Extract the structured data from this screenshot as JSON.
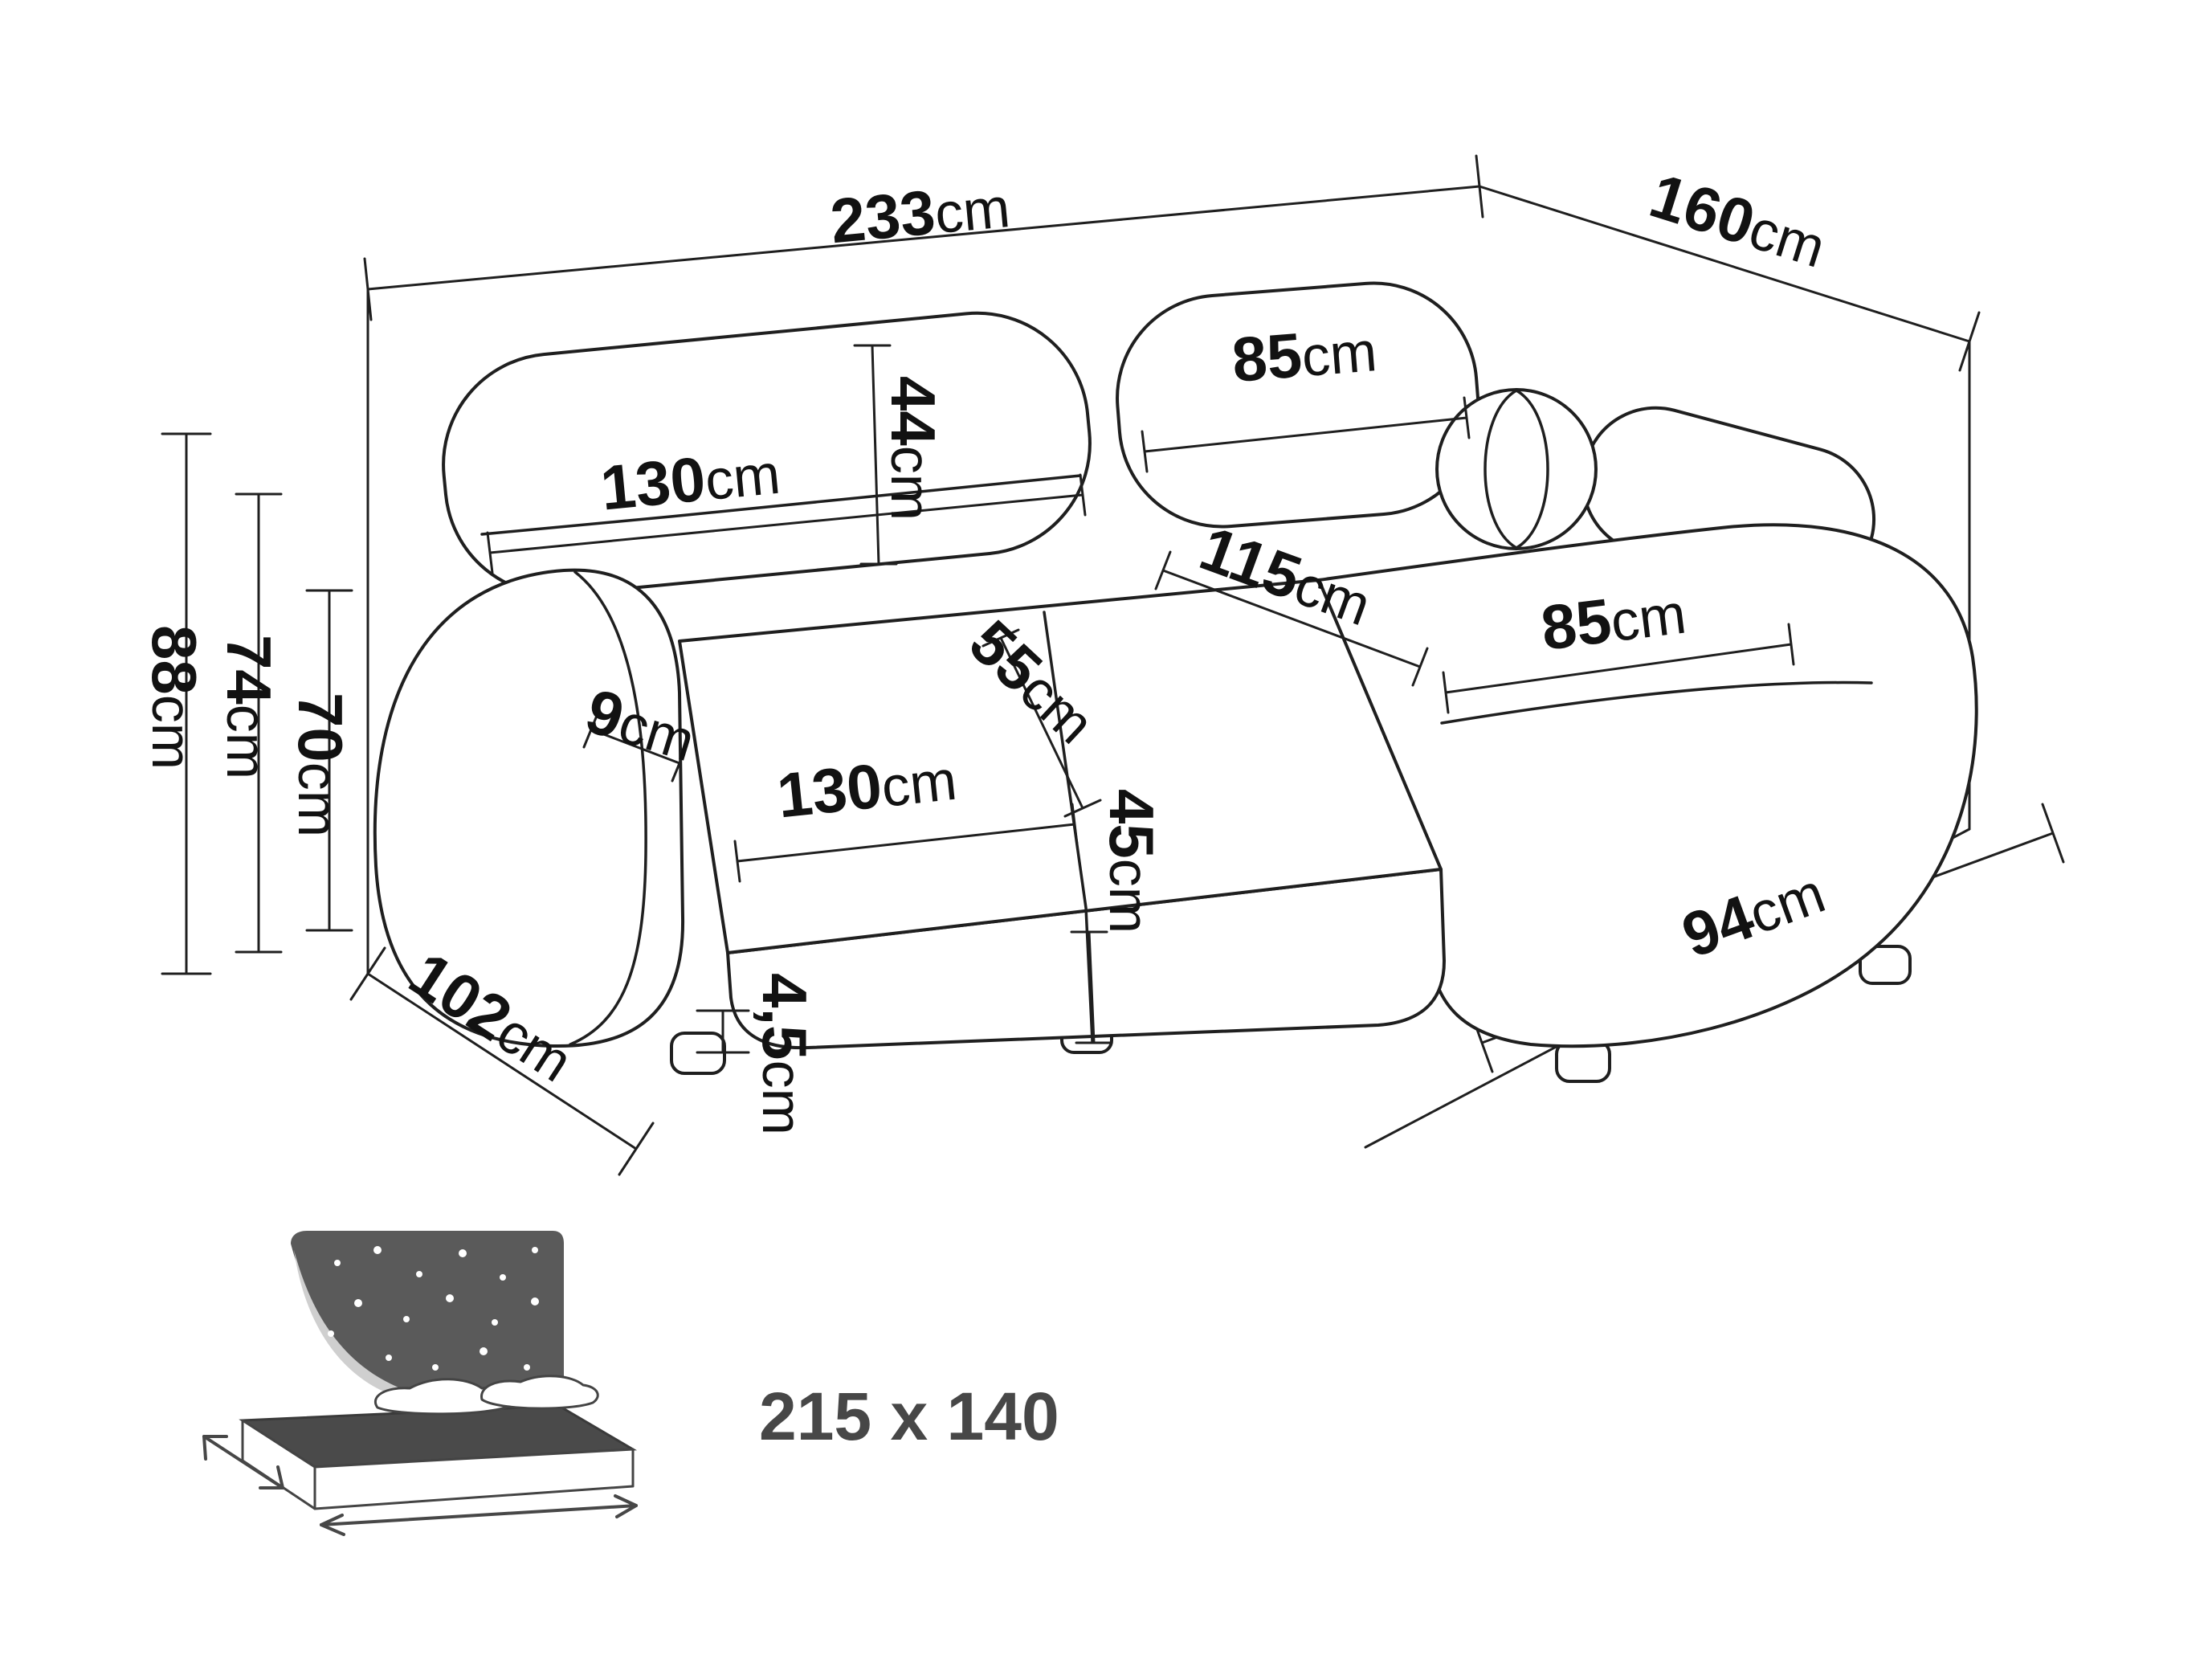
{
  "labels": {
    "total_width": {
      "value": "233",
      "unit": "cm"
    },
    "total_depth": {
      "value": "160",
      "unit": "cm"
    },
    "total_height": {
      "value": "88",
      "unit": "cm"
    },
    "backrest_top_height": {
      "value": "74",
      "unit": "cm"
    },
    "armrest_height": {
      "value": "70",
      "unit": "cm"
    },
    "side_depth": {
      "value": "102",
      "unit": "cm"
    },
    "leg_height": {
      "value": "4,5",
      "unit": "cm"
    },
    "chaise_floor_depth": {
      "value": "94",
      "unit": "cm"
    },
    "backrest_height": {
      "value": "44",
      "unit": "cm"
    },
    "backrest_width": {
      "value": "130",
      "unit": "cm"
    },
    "right_backrest_width": {
      "value": "85",
      "unit": "cm"
    },
    "chaise_length": {
      "value": "115",
      "unit": "cm"
    },
    "chaise_seat_width": {
      "value": "85",
      "unit": "cm"
    },
    "seat_depth": {
      "value": "55",
      "unit": "cm"
    },
    "armrest_width": {
      "value": "9",
      "unit": "cm"
    },
    "seat_width": {
      "value": "130",
      "unit": "cm"
    },
    "seat_height": {
      "value": "45",
      "unit": "cm"
    }
  },
  "sleeping_area": {
    "label": "215 x 140"
  },
  "colors": {
    "line": "#1f1f1f",
    "text": "#121212",
    "bed_icon": "#4a4a4a",
    "background": "#ffffff"
  }
}
